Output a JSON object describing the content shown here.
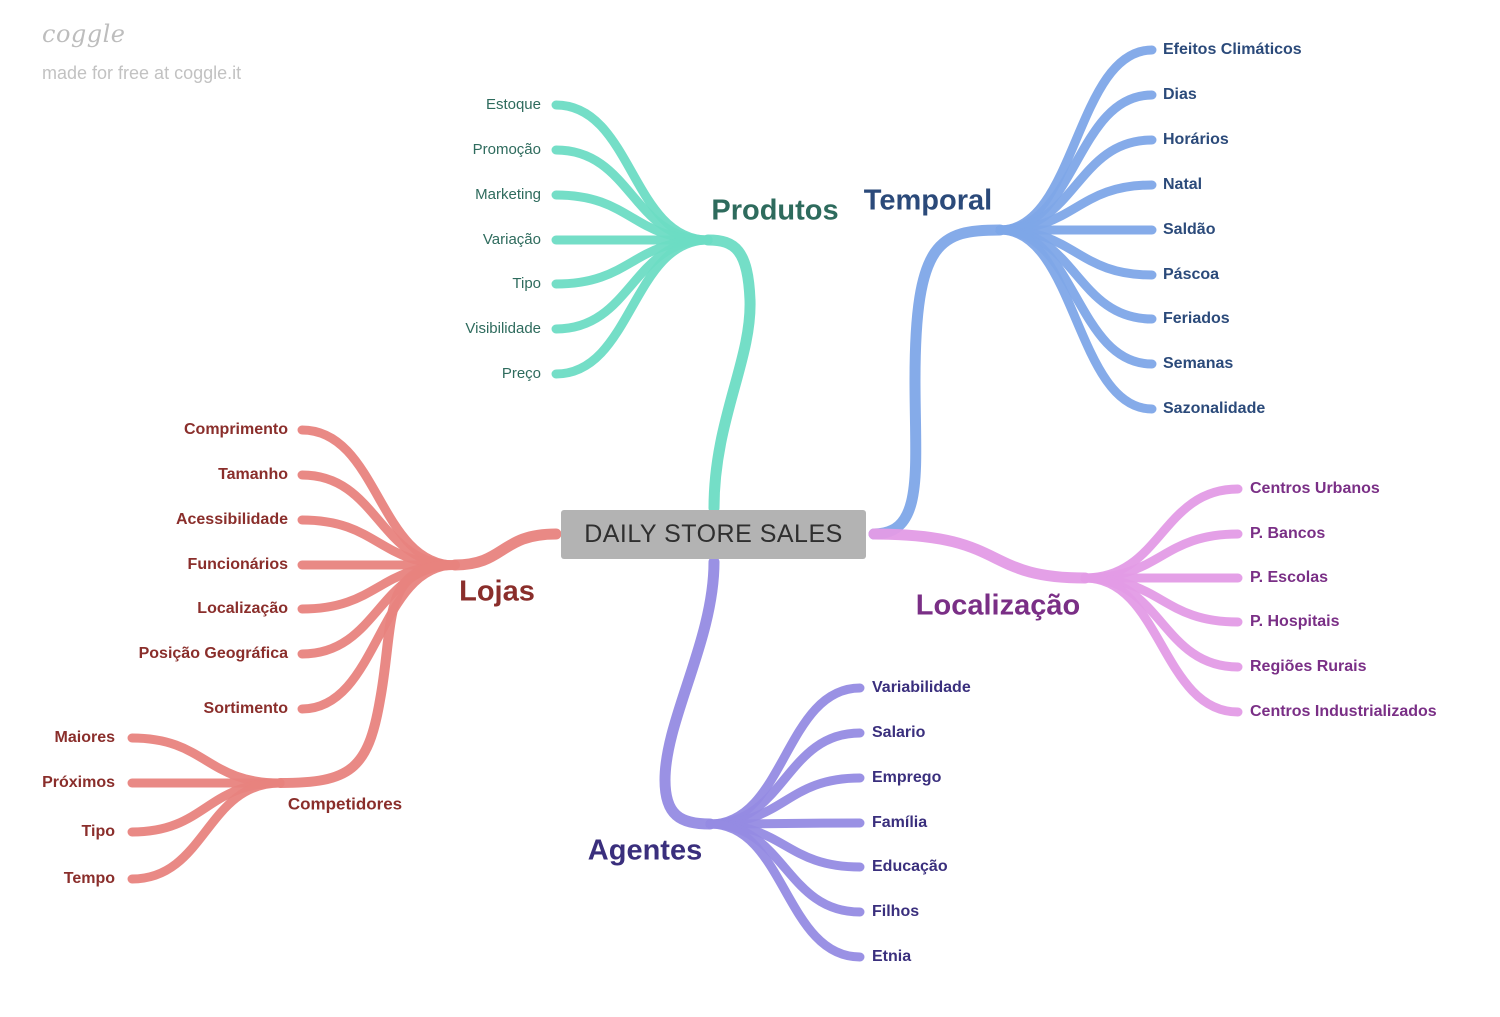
{
  "logo": "coggle",
  "made_by": "made for free at coggle.it",
  "root": "DAILY STORE SALES",
  "branches": [
    {
      "id": "produtos",
      "label": "Produtos",
      "color": "#6ddcc4",
      "text_color": "#2e6b5d",
      "children": [
        "Estoque",
        "Promoção",
        "Marketing",
        "Variação",
        "Tipo",
        "Visibilidade",
        "Preço"
      ]
    },
    {
      "id": "temporal",
      "label": "Temporal",
      "color": "#7ea6e8",
      "text_color": "#2b4a7a",
      "children": [
        "Efeitos Climáticos",
        "Dias",
        "Horários",
        "Natal",
        "Saldão",
        "Páscoa",
        "Feriados",
        "Semanas",
        "Sazonalidade"
      ]
    },
    {
      "id": "localizacao",
      "label": "Localização",
      "color": "#e39be6",
      "text_color": "#7a2f86",
      "children": [
        "Centros Urbanos",
        "P. Bancos",
        "P. Escolas",
        "P. Hospitais",
        "Regiões Rurais",
        "Centros Industrializados"
      ]
    },
    {
      "id": "agentes",
      "label": "Agentes",
      "color": "#958be3",
      "text_color": "#3a2f7d",
      "children": [
        "Variabilidade",
        "Salario",
        "Emprego",
        "Família",
        "Educação",
        "Filhos",
        "Etnia"
      ]
    },
    {
      "id": "lojas",
      "label": "Lojas",
      "color": "#e8837e",
      "text_color": "#8a2e2b",
      "children": [
        "Comprimento",
        "Tamanho",
        "Acessibilidade",
        "Funcionários",
        "Localização",
        "Posição Geográfica",
        "Sortimento"
      ],
      "sub": {
        "label": "Competidores",
        "children": [
          "Maiores",
          "Próximos",
          "Tipo",
          "Tempo"
        ]
      }
    }
  ]
}
